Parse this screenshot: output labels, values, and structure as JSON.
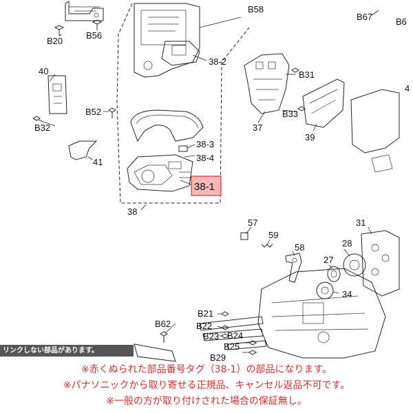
{
  "labels": {
    "b58": "B58",
    "b67": "B67",
    "b6": "B6",
    "b20": "B20",
    "b56": "B56",
    "n40": "40",
    "n38_2": "38-2",
    "b31": "B31",
    "n4": "4",
    "b52": "B52",
    "b33": "B33",
    "b32": "B32",
    "n37": "37",
    "n39": "39",
    "n38_3": "38-3",
    "n38_4": "38-4",
    "n41": "41",
    "n38_1": "38-1",
    "n38": "38",
    "n57": "57",
    "n31": "31",
    "n59": "59",
    "n58": "58",
    "n28": "28",
    "n27": "27",
    "n34": "34",
    "b21": "B21",
    "b22": "B22",
    "b23": "B23",
    "b24": "B24",
    "b25": "B25",
    "b62": "B62",
    "b29": "B29"
  },
  "banner": "リンクしない部品があります。",
  "notes": [
    "※赤くぬられた部品番号タグ（38-1）の部品になります。",
    "※パナソニックから取り寄せる正規品、キャンセル返品不可です。",
    "※一般の方が取り付けされた場合の保証無し。"
  ],
  "colors": {
    "highlight_fill": "#f4b6b6",
    "highlight_stroke": "#d0312d",
    "note_text": "#d0312d"
  }
}
